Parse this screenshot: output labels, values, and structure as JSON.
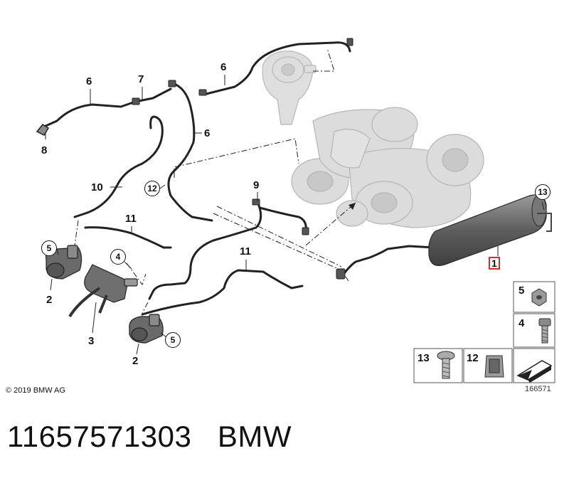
{
  "callouts": {
    "c1": "1",
    "c2a": "2",
    "c2b": "2",
    "c3": "3",
    "c4": "4",
    "c5a": "5",
    "c5b": "5",
    "c6a": "6",
    "c6b": "6",
    "c6c": "6",
    "c7": "7",
    "c8": "8",
    "c9": "9",
    "c10": "10",
    "c11a": "11",
    "c11b": "11",
    "c12": "12",
    "c13": "13"
  },
  "parts_legend": {
    "p5": "5",
    "p4": "4",
    "p13": "13",
    "p12": "12"
  },
  "copyright": "© 2019 BMW AG",
  "drawing_number": "166571",
  "caption": "11657571303   BMW",
  "colors": {
    "hose": "#222222",
    "muffler": "#6d6d6d",
    "turbo": "#d3d3d3",
    "highlight_box": "#d0302f"
  }
}
